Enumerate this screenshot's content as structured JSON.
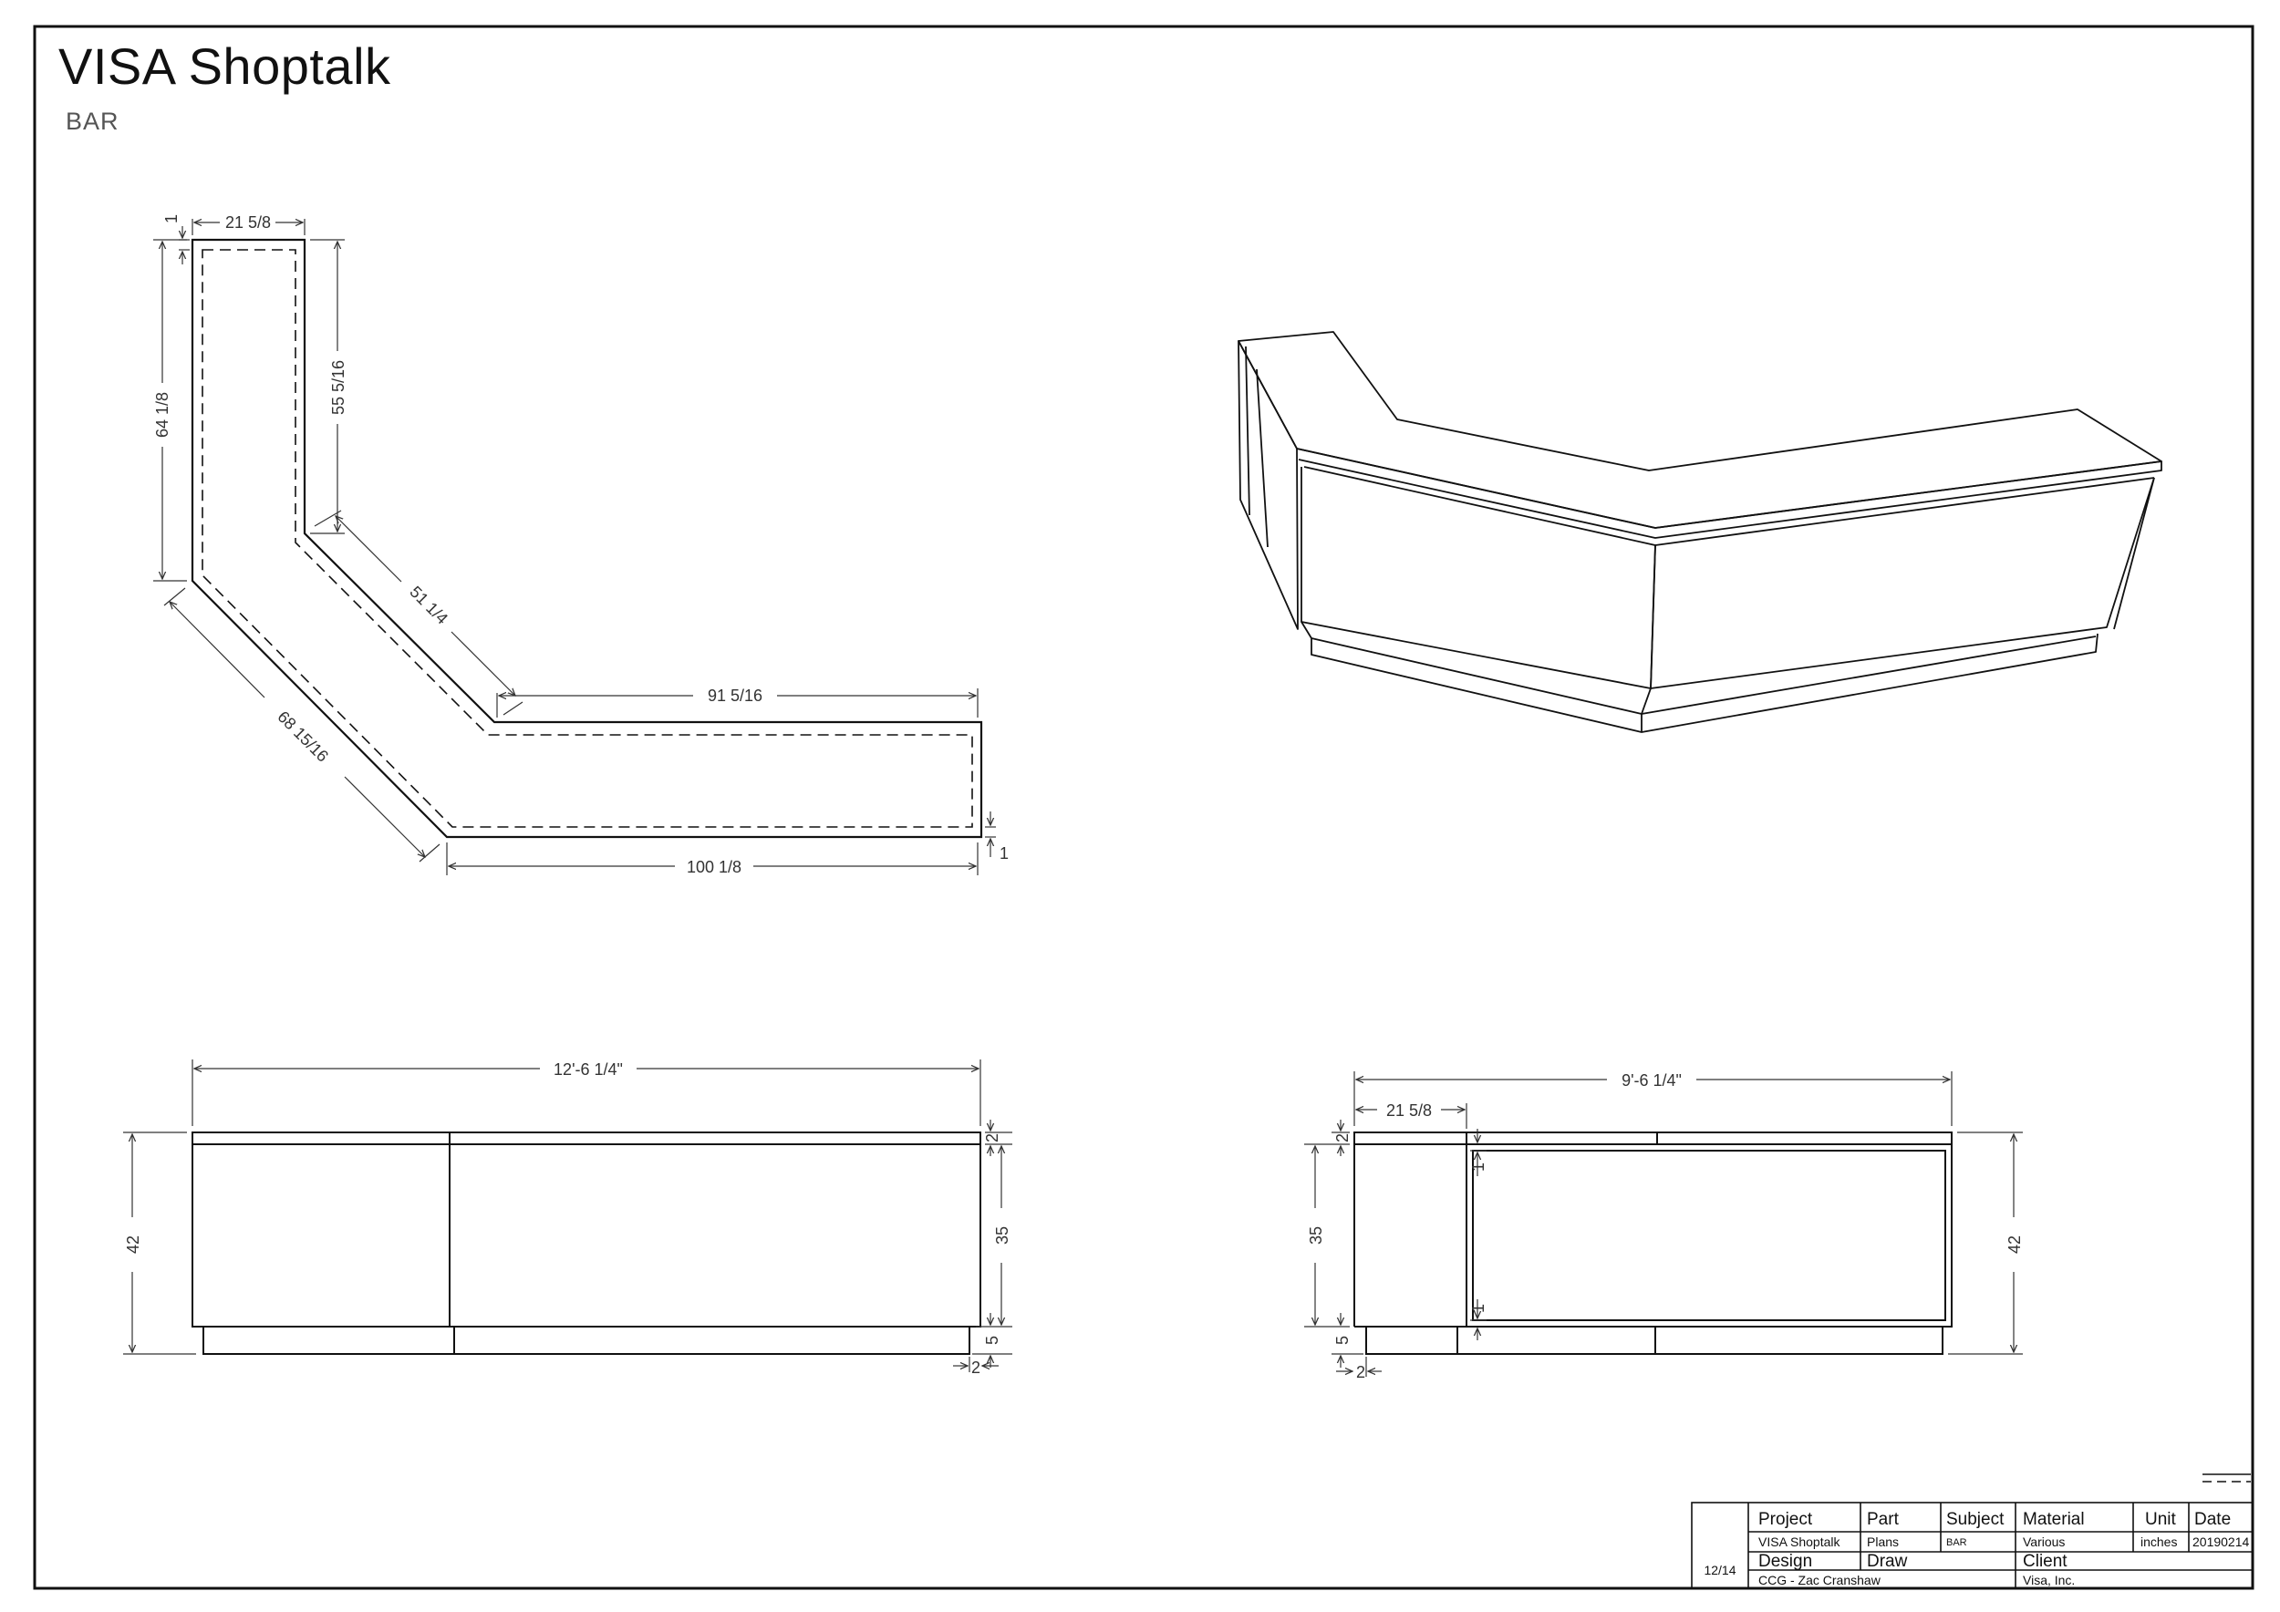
{
  "sheet": {
    "title": "VISA Shoptalk",
    "subtitle": "BAR"
  },
  "plan_view": {
    "dims": {
      "top_width": "21 5/8",
      "top_inset": "1",
      "left_height": "64 1/8",
      "inner_height": "55 5/16",
      "inner_diagonal": "51 1/4",
      "outer_diagonal": "68 15/16",
      "inner_bottom": "91 5/16",
      "outer_bottom": "100 1/8",
      "right_inset": "1"
    }
  },
  "front_elevation": {
    "dims": {
      "overall_width": "12'-6 1/4\"",
      "overall_height": "42",
      "panel_height": "35",
      "top_thickness": "2",
      "base_height": "5",
      "base_inset": "2"
    }
  },
  "side_elevation": {
    "dims": {
      "overall_width": "9'-6 1/4\"",
      "return_width": "21 5/8",
      "overall_height": "42",
      "panel_height": "35",
      "top_thickness": "2",
      "reveal_top": "1",
      "reveal_bottom": "1",
      "base_height": "5",
      "base_inset": "2"
    }
  },
  "title_block": {
    "project_label": "Project",
    "project_value": "VISA Shoptalk",
    "part_label": "Part",
    "part_value": "Plans",
    "subject_label": "Subject",
    "subject_value": "BAR",
    "material_label": "Material",
    "material_value": "Various",
    "unit_label": "Unit",
    "unit_value": "inches",
    "date_label": "Date",
    "date_value": "20190214",
    "design_label": "Design",
    "design_value": "CCG - Zac Cranshaw",
    "draw_label": "Draw",
    "client_label": "Client",
    "client_value": "Visa, Inc.",
    "sheet_number": "12/14"
  }
}
